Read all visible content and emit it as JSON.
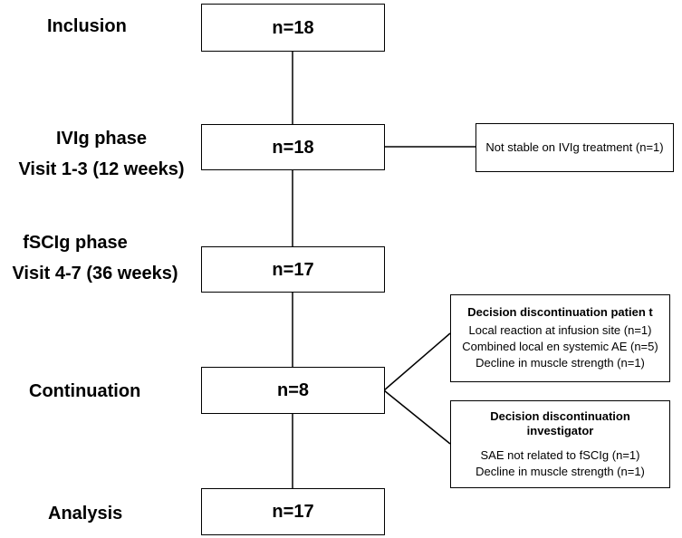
{
  "stages": {
    "inclusion": {
      "label": "Inclusion",
      "n": "n=18"
    },
    "ivig": {
      "label": "IVIg phase",
      "sublabel": "Visit 1-3 (12 weeks)",
      "n": "n=18"
    },
    "fscig": {
      "label": "fSCIg phase",
      "sublabel": "Visit 4-7 (36 weeks)",
      "n": "n=17"
    },
    "continuation": {
      "label": "Continuation",
      "n": "n=8"
    },
    "analysis": {
      "label": "Analysis",
      "n": "n=17"
    }
  },
  "side_boxes": {
    "not_stable": {
      "lines": [
        "Not stable on IVIg treatment (n=1)"
      ]
    },
    "patient": {
      "title": "Decision discontinuation patien t",
      "lines": [
        "Local reaction at infusion site (n=1)",
        "Combined local en systemic AE (n=5)",
        "Decline in muscle strength (n=1)"
      ]
    },
    "investigator": {
      "title_line1": "Decision discontinuation",
      "title_line2": "investigator",
      "lines": [
        "SAE not related to fSCIg (n=1)",
        "Decline in muscle strength (n=1)"
      ]
    }
  },
  "colors": {
    "line": "#000000",
    "background": "#ffffff",
    "text": "#000000"
  }
}
